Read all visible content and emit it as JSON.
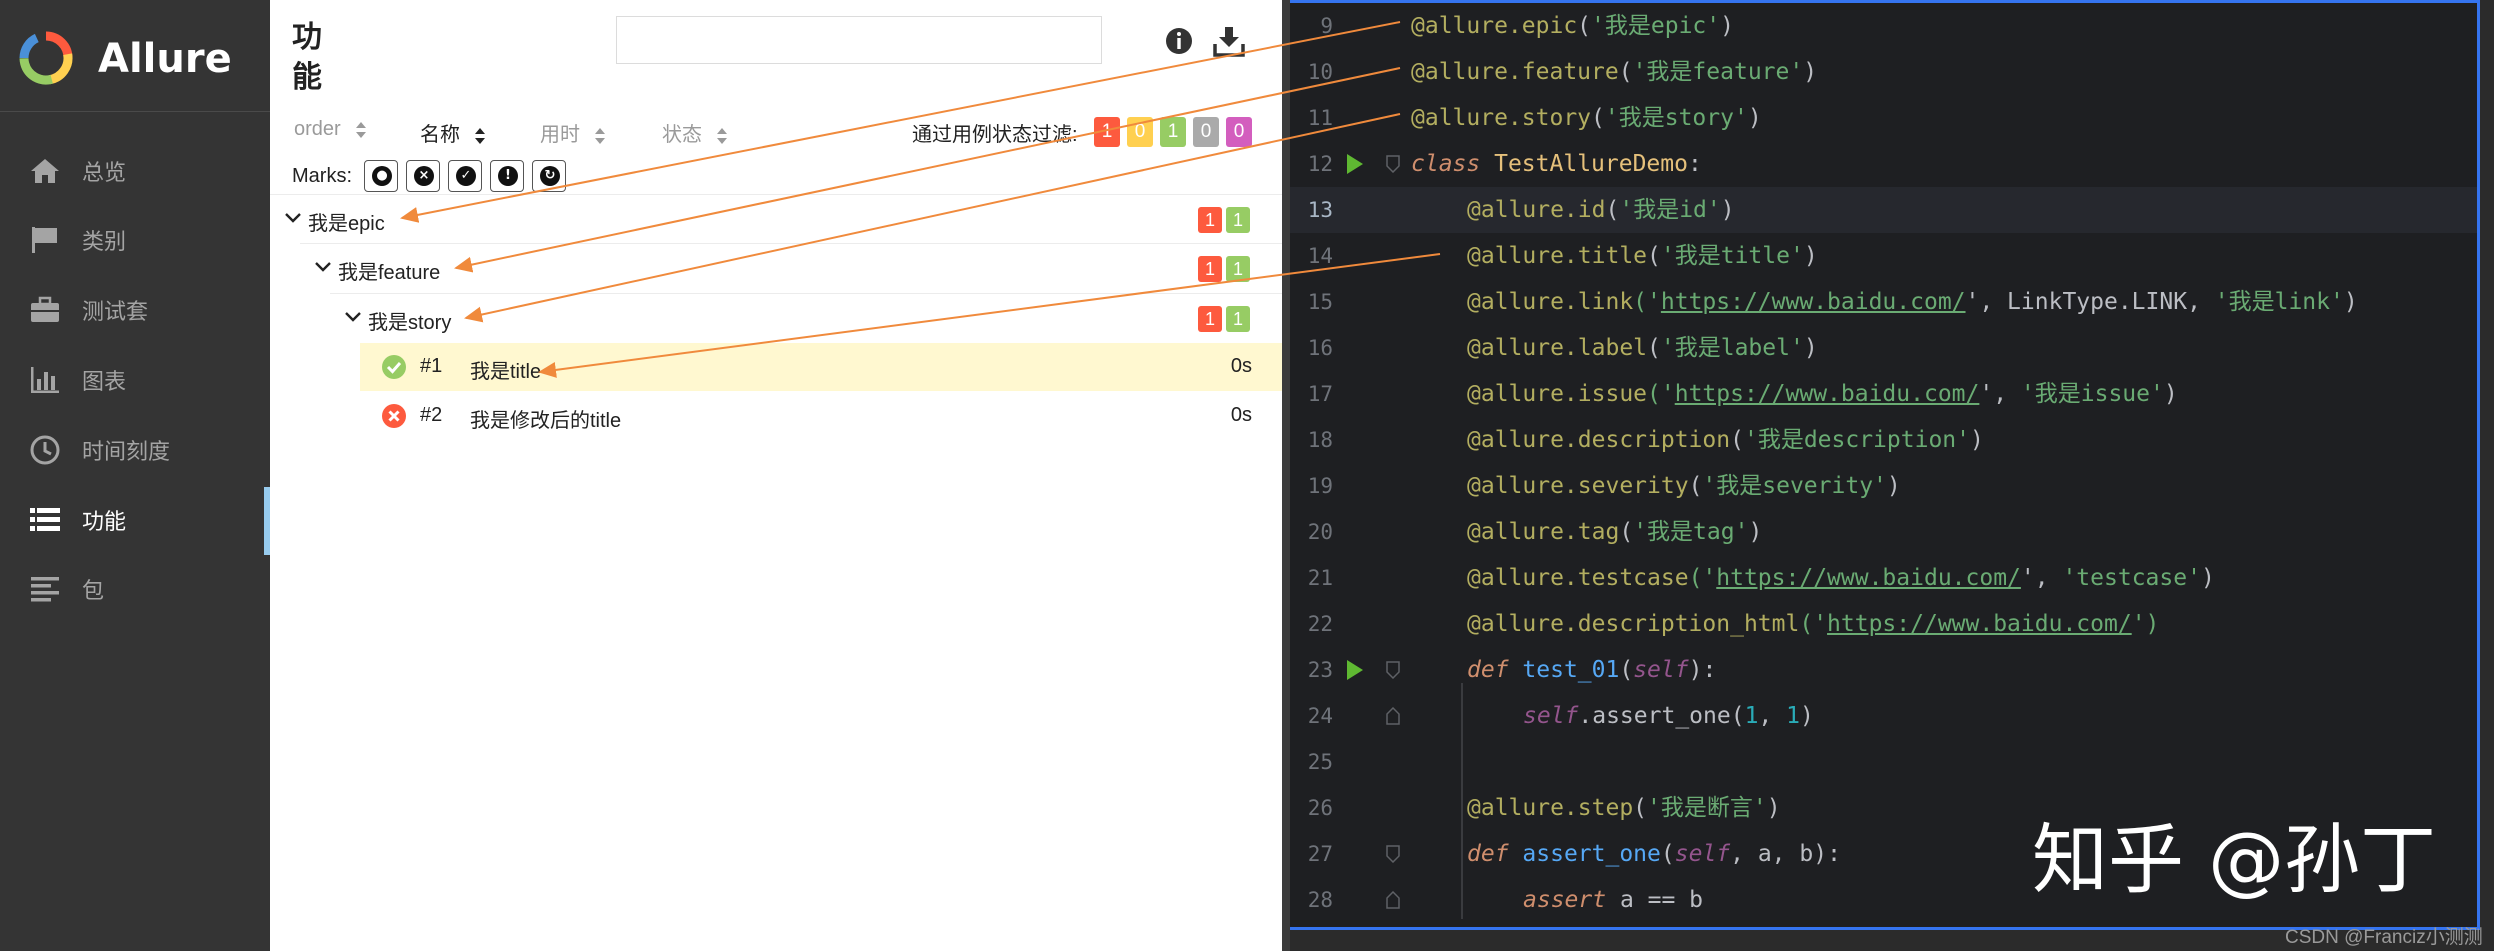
{
  "app": {
    "name": "Allure"
  },
  "sidebar": {
    "items": [
      {
        "label": "总览",
        "icon": "home-icon"
      },
      {
        "label": "类别",
        "icon": "flag-icon"
      },
      {
        "label": "测试套",
        "icon": "briefcase-icon"
      },
      {
        "label": "图表",
        "icon": "bar-chart-icon"
      },
      {
        "label": "时间刻度",
        "icon": "clock-icon"
      },
      {
        "label": "功能",
        "icon": "list-icon",
        "active": true
      },
      {
        "label": "包",
        "icon": "align-left-icon"
      }
    ]
  },
  "main": {
    "title": "功能",
    "search": {
      "value": ""
    },
    "sort": {
      "order": "order",
      "name": "名称",
      "duration": "用时",
      "status": "状态"
    },
    "filter": {
      "label": "通过用例状态过滤:",
      "badges": [
        {
          "value": "1",
          "color": "#fd5a3e"
        },
        {
          "value": "0",
          "color": "#ffd050"
        },
        {
          "value": "1",
          "color": "#97cc64"
        },
        {
          "value": "0",
          "color": "#aaaaaa"
        },
        {
          "value": "0",
          "color": "#d35ebe"
        }
      ]
    },
    "marks_label": "Marks:",
    "tree": {
      "epic": {
        "label": "我是epic",
        "failed": "1",
        "passed": "1"
      },
      "feature": {
        "label": "我是feature",
        "failed": "1",
        "passed": "1"
      },
      "story": {
        "label": "我是story",
        "failed": "1",
        "passed": "1"
      },
      "tests": [
        {
          "num": "#1",
          "name": "我是title",
          "duration": "0s",
          "status": "passed"
        },
        {
          "num": "#2",
          "name": "我是修改后的title",
          "duration": "0s",
          "status": "failed"
        }
      ]
    }
  },
  "editor": {
    "line_numbers": [
      "9",
      "10",
      "11",
      "12",
      "13",
      "14",
      "15",
      "16",
      "17",
      "18",
      "19",
      "20",
      "21",
      "22",
      "23",
      "24",
      "25",
      "26",
      "27",
      "28"
    ],
    "lines": {
      "l9": {
        "dec": "@allure.epic",
        "p1": "(",
        "s": "'我是epic'",
        "p2": ")"
      },
      "l10": {
        "dec": "@allure.feature",
        "p1": "(",
        "s": "'我是feature'",
        "p2": ")"
      },
      "l11": {
        "dec": "@allure.story",
        "p1": "(",
        "s": "'我是story'",
        "p2": ")"
      },
      "l12": {
        "kw": "class",
        "name": "TestAllureDemo",
        "p": ":"
      },
      "l13": {
        "dec": "@allure.id",
        "p1": "(",
        "s": "'我是id'",
        "p2": ")"
      },
      "l14": {
        "dec": "@allure.title",
        "p1": "(",
        "s": "'我是title'",
        "p2": ")"
      },
      "l15": {
        "dec": "@allure.link",
        "p1": "('",
        "url": "https://www.baidu.com/",
        "p2": "', LinkType.LINK, ",
        "s": "'我是link'",
        "p3": ")"
      },
      "l16": {
        "dec": "@allure.label",
        "p1": "(",
        "s": "'我是label'",
        "p2": ")"
      },
      "l17": {
        "dec": "@allure.issue",
        "p1": "('",
        "url": "https://www.baidu.com/",
        "p2": "', ",
        "s": "'我是issue'",
        "p3": ")"
      },
      "l18": {
        "dec": "@allure.description",
        "p1": "(",
        "s": "'我是description'",
        "p2": ")"
      },
      "l19": {
        "dec": "@allure.severity",
        "p1": "(",
        "s": "'我是severity'",
        "p2": ")"
      },
      "l20": {
        "dec": "@allure.tag",
        "p1": "(",
        "s": "'我是tag'",
        "p2": ")"
      },
      "l21": {
        "dec": "@allure.testcase",
        "p1": "('",
        "url": "https://www.baidu.com/",
        "p2": "', ",
        "s": "'testcase'",
        "p3": ")"
      },
      "l22": {
        "dec": "@allure.description_html",
        "p1": "('",
        "url": "https://www.baidu.com/",
        "p2": "')"
      },
      "l23": {
        "kw": "def",
        "name": "test_01",
        "p1": "(",
        "self": "self",
        "p2": "):"
      },
      "l24": {
        "self": "self",
        "rest": ".assert_one(",
        "n1": "1",
        "c": ", ",
        "n2": "1",
        "p": ")"
      },
      "l26": {
        "dec": "@allure.step",
        "p1": "(",
        "s": "'我是断言'",
        "p2": ")"
      },
      "l27": {
        "kw": "def",
        "name": "assert_one",
        "p1": "(",
        "self": "self",
        "rest": ", a, b):"
      },
      "l28": {
        "kw": "assert",
        "rest": " a == b"
      }
    }
  },
  "watermark": "知乎 @孙丁",
  "csdn_mark": "CSDN @Franciz小测测",
  "colors": {
    "sidebar_bg": "#343434",
    "editor_bg": "#1e1f22",
    "arrow": "#f08a3c",
    "active_bar": "#97cbee"
  }
}
